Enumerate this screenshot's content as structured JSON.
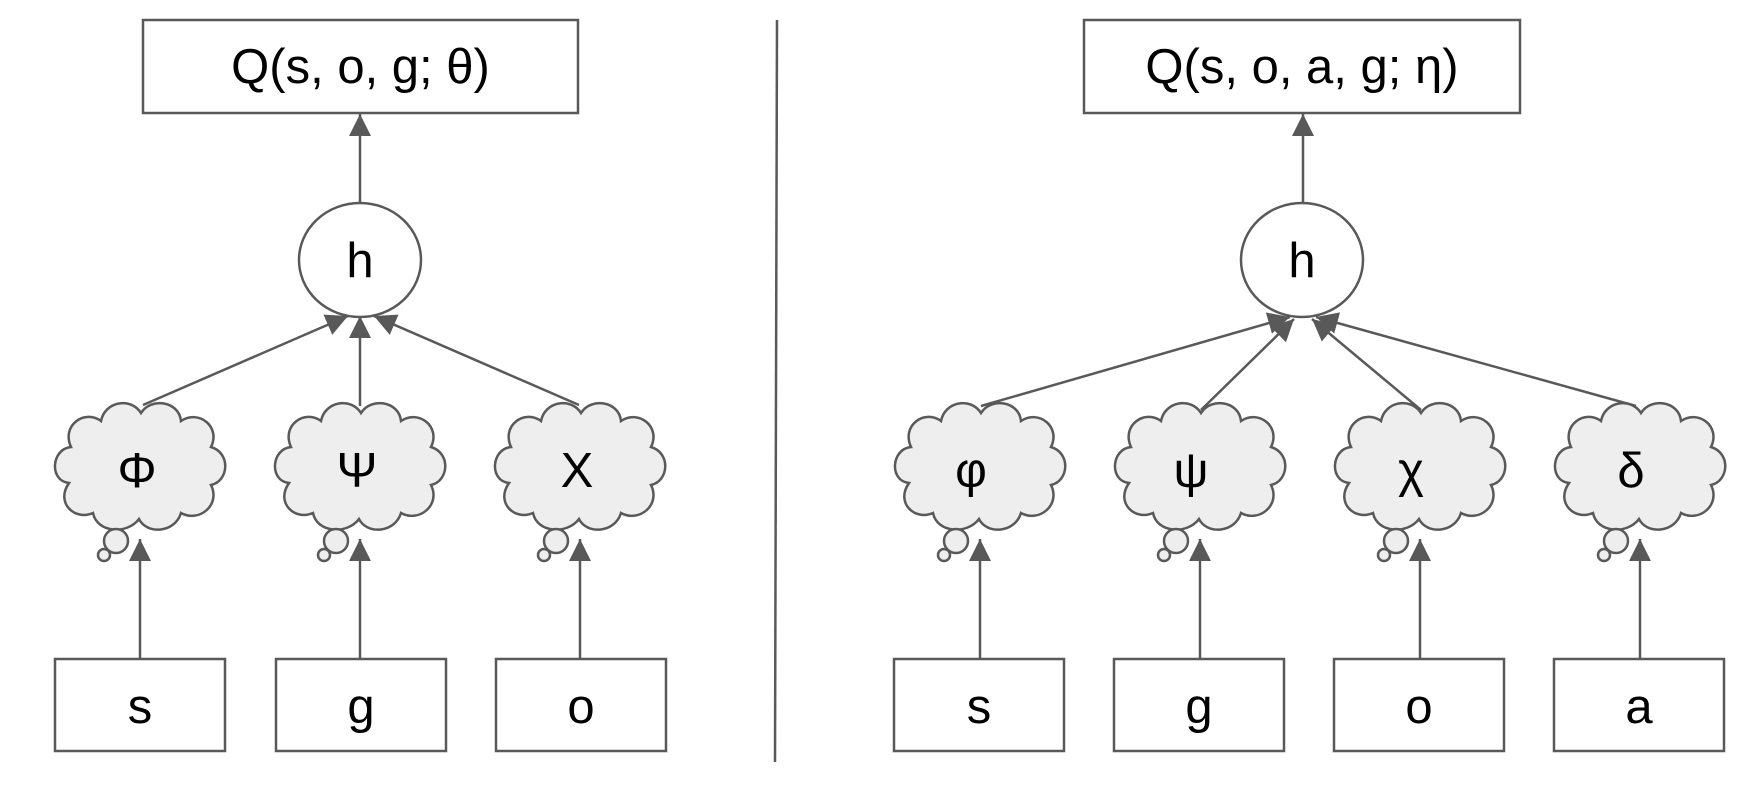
{
  "left_panel": {
    "output": "Q(s, o, g; θ)",
    "hidden": "h",
    "encoders": [
      "Φ",
      "Ψ",
      "Χ"
    ],
    "inputs": [
      "s",
      "g",
      "o"
    ]
  },
  "right_panel": {
    "output": "Q(s, o, a, g; η)",
    "hidden": "h",
    "encoders": [
      "φ",
      "ψ",
      "χ",
      "δ"
    ],
    "inputs": [
      "s",
      "g",
      "o",
      "a"
    ]
  },
  "colors": {
    "stroke": "#595959",
    "cloud_fill": "#eeeeee",
    "box_fill": "#ffffff",
    "text": "#000000"
  }
}
